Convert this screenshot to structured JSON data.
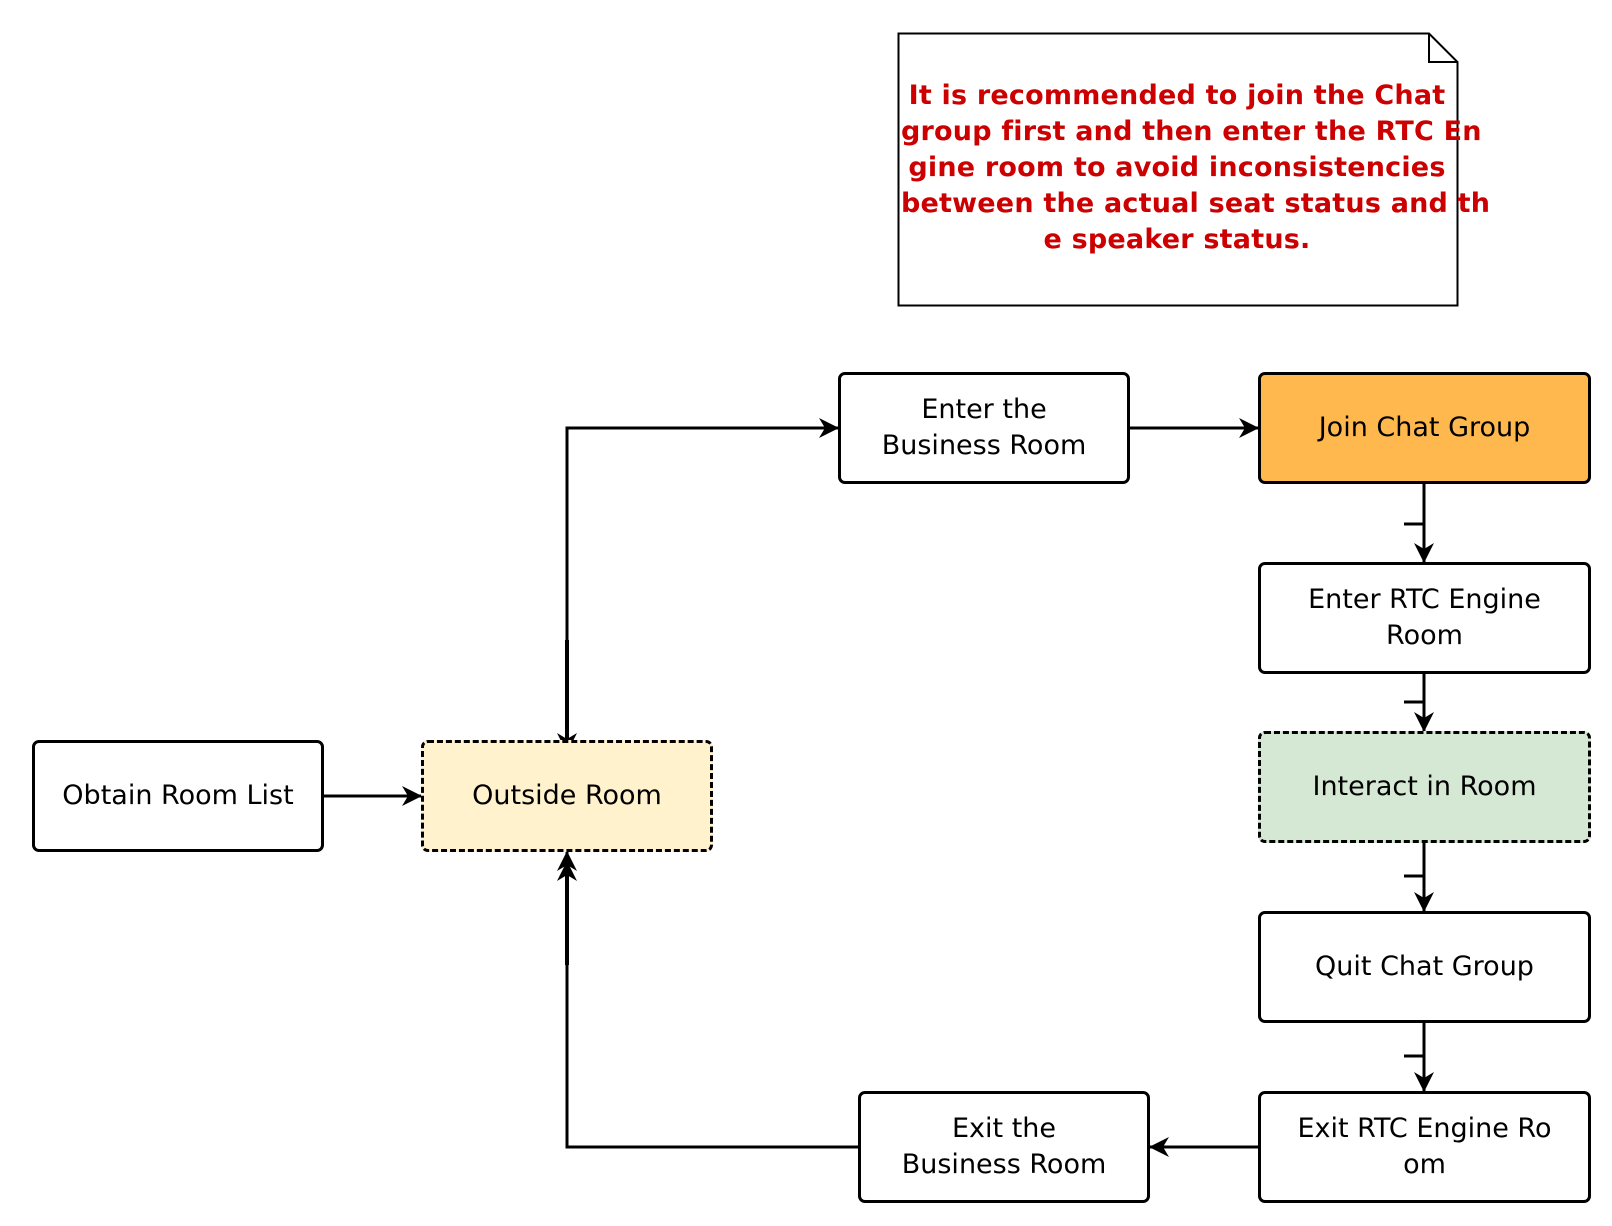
{
  "colors": {
    "stroke": "#000000",
    "outside_room_fill": "#fff2cc",
    "join_chat_fill": "#ffb84d",
    "interact_fill": "#d5e8d4",
    "note_text": "#cc0000"
  },
  "note": {
    "lines": [
      "It is recommended to join the Chat",
      "group first and then enter the RTC En",
      "gine room to avoid inconsistencies",
      "between the actual seat status and th",
      "e speaker status."
    ]
  },
  "nodes": {
    "obtain_room_list": {
      "lines": [
        "Obtain Room List"
      ]
    },
    "outside_room": {
      "lines": [
        "Outside Room"
      ]
    },
    "enter_business_room": {
      "lines": [
        "Enter the",
        "Business Room"
      ]
    },
    "join_chat_group": {
      "lines": [
        "Join Chat Group"
      ]
    },
    "enter_rtc_engine_room": {
      "lines": [
        "Enter RTC Engine",
        "Room"
      ]
    },
    "interact_in_room": {
      "lines": [
        "Interact in Room"
      ]
    },
    "quit_chat_group": {
      "lines": [
        "Quit Chat Group"
      ]
    },
    "exit_rtc_engine_room": {
      "lines": [
        "Exit RTC Engine Ro",
        "om"
      ]
    },
    "exit_business_room": {
      "lines": [
        "Exit the",
        "Business Room"
      ]
    }
  }
}
